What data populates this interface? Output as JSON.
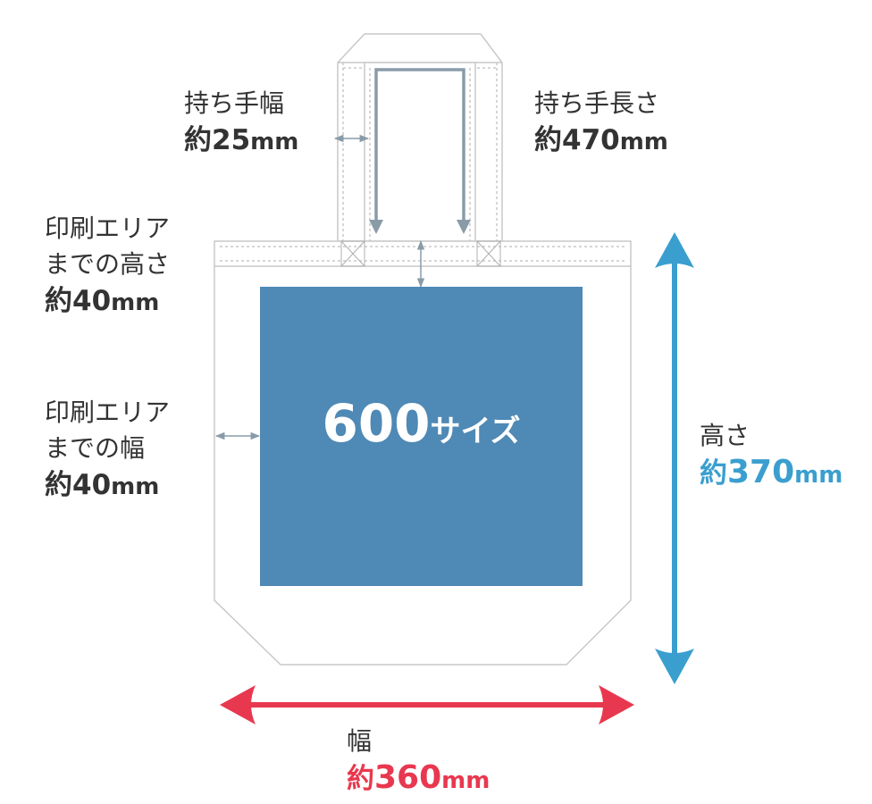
{
  "colors": {
    "outline": "#c8c8c8",
    "guide_arrow": "#8a9ba8",
    "print_area": "#4f89b5",
    "height_accent": "#3a9fcf",
    "width_accent": "#e8384f",
    "label_text": "#333333"
  },
  "handle_width": {
    "label": "持ち手幅",
    "prefix": "約",
    "value": "25",
    "unit": "mm"
  },
  "handle_length": {
    "label": "持ち手長さ",
    "prefix": "約",
    "value": "470",
    "unit": "mm"
  },
  "print_top_margin": {
    "label_line1": "印刷エリア",
    "label_line2": "までの高さ",
    "prefix": "約",
    "value": "40",
    "unit": "mm"
  },
  "print_side_margin": {
    "label_line1": "印刷エリア",
    "label_line2": "までの幅",
    "prefix": "約",
    "value": "40",
    "unit": "mm"
  },
  "print_area": {
    "number": "600",
    "suffix": "サイズ"
  },
  "bag_height": {
    "label": "高さ",
    "prefix": "約",
    "value": "370",
    "unit": "mm"
  },
  "bag_width": {
    "label": "幅",
    "prefix": "約",
    "value": "360",
    "unit": "mm"
  }
}
